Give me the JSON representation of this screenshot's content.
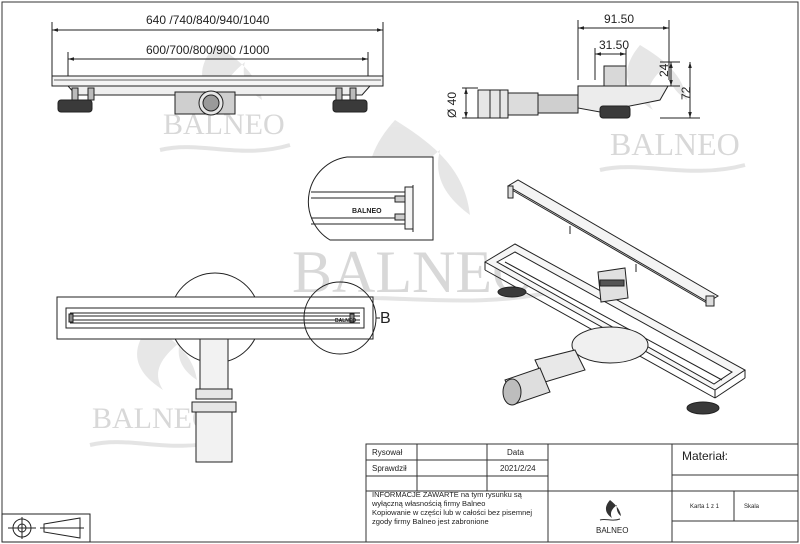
{
  "dimensions": {
    "outer_lengths": "640 /740/840/940/1040",
    "inner_lengths": "600/700/800/900 /1000",
    "width_total": "91.50",
    "width_offset": "31.50",
    "height_small": "24",
    "height_total": "72",
    "outlet_diameter": "Ø 40"
  },
  "detail_label": "B",
  "detail_badge": "BALNEO",
  "watermark": "BALNEO",
  "title_block": {
    "drawn_label": "Rysował",
    "checked_label": "Sprawdził",
    "date_header": "Data",
    "date_value": "2021/2/24",
    "material_label": "Materiał:",
    "sheet_label": "Karta 1 z 1",
    "scale_label": "Skala",
    "logo_text": "BALNEO",
    "notice": [
      "INFORMACJE ZAWARTE na tym rysunku są",
      "wyłączną własnością firmy Balneo",
      "Kopiowanie w części lub w całości bez pisemnej",
      "zgody firmy Balneo jest zabronione"
    ]
  }
}
